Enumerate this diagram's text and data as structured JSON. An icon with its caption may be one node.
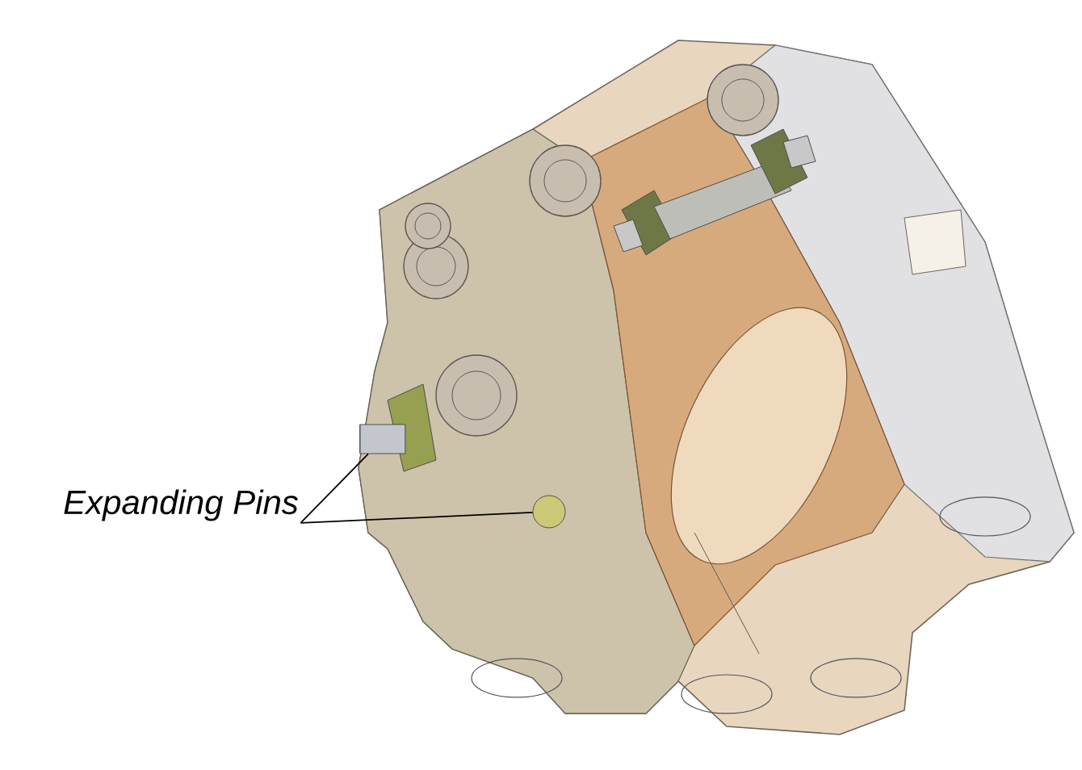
{
  "diagram": {
    "nodes": [
      {
        "text": [
          "Expanding Pins"
        ]
      },
      {
        "text": [],
        "shape": "cylinder"
      },
      {
        "text": [],
        "shape": "circle"
      }
    ],
    "edges": [
      {
        "from": 0,
        "to": 1,
        "arrow": "none"
      },
      {
        "from": 0,
        "to": 2,
        "arrow": "none"
      }
    ]
  }
}
